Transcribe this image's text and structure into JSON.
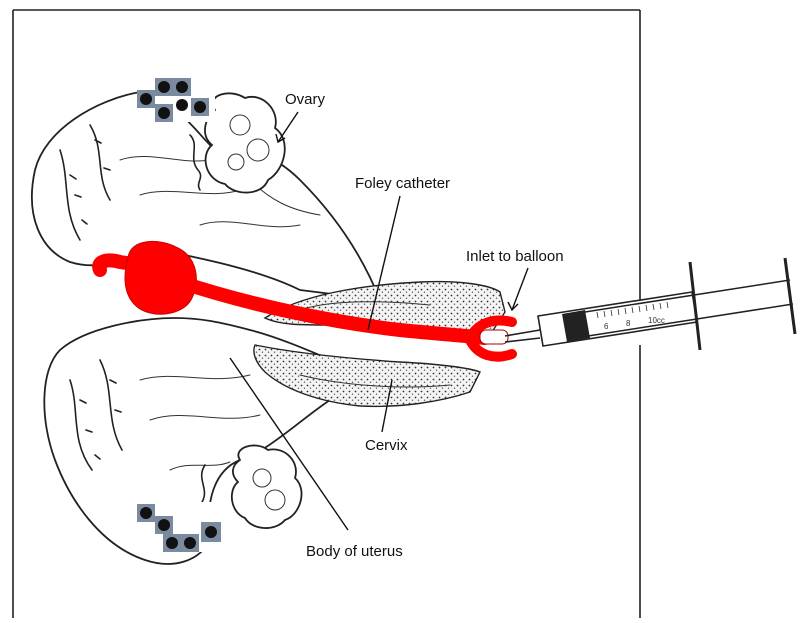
{
  "labels": {
    "ovary": "Ovary",
    "foley_catheter": "Foley catheter",
    "inlet_to_balloon": "Inlet to balloon",
    "cervix": "Cervix",
    "body_of_uterus": "Body of uterus"
  },
  "syringe_scale": [
    "6",
    "8",
    "10cc"
  ],
  "colors": {
    "catheter": "#ff0000",
    "ink": "#222222",
    "dot_block": "#7a8ba0"
  }
}
